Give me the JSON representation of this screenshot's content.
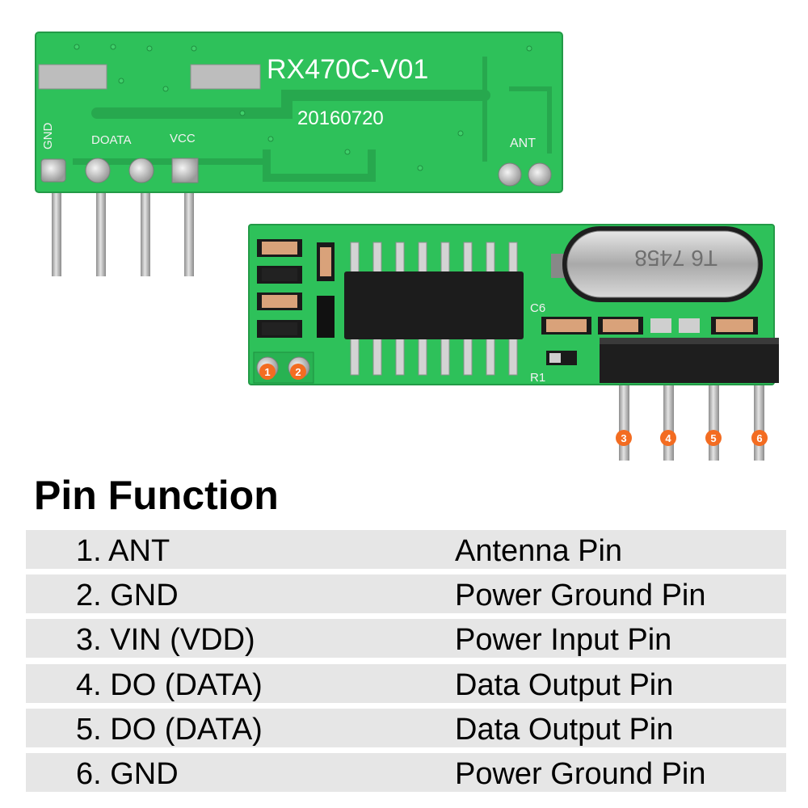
{
  "board": {
    "model": "RX470C-V01",
    "date_code": "20160720",
    "labels": {
      "gnd": "GND",
      "data": "DOATA",
      "vcc": "VCC",
      "ant": "ANT",
      "c6": "C6",
      "r1": "R1"
    },
    "crystal_marking": "T6 7458",
    "pin_badges": [
      "1",
      "2",
      "3",
      "4",
      "5",
      "6"
    ],
    "colors": {
      "pcb": "#2ec15a",
      "badge": "#f36c21",
      "chip": "#1c1c1c",
      "pin": "#b8b8b8"
    }
  },
  "section_title": "Pin Function",
  "pins": [
    {
      "name": "1. ANT",
      "function": "Antenna Pin"
    },
    {
      "name": "2. GND",
      "function": "Power Ground Pin"
    },
    {
      "name": "3. VIN (VDD)",
      "function": "Power Input Pin"
    },
    {
      "name": "4. DO (DATA)",
      "function": "Data Output Pin"
    },
    {
      "name": "5. DO (DATA)",
      "function": "Data Output Pin"
    },
    {
      "name": "6. GND",
      "function": "Power Ground Pin"
    }
  ]
}
